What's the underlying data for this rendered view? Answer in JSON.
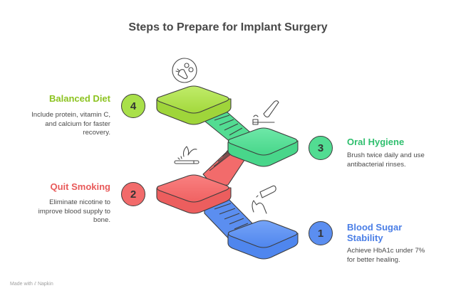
{
  "title": "Steps to Prepare for Implant Surgery",
  "steps": [
    {
      "number": "1",
      "title": "Blood Sugar Stability",
      "title_line1": "Blood Sugar",
      "title_line2": "Stability",
      "description_line1": "Achieve HbA1c under 7%",
      "description_line2": "for better healing.",
      "icon": "glucose-meter-icon",
      "color": "#5b8ef0",
      "title_color": "#4a7ee6"
    },
    {
      "number": "2",
      "title": "Quit Smoking",
      "description_line1": "Eliminate nicotine to",
      "description_line2": "improve blood supply to",
      "description_line3": "bone.",
      "icon": "cigarette-icon",
      "color": "#f26b6b",
      "title_color": "#e85a5a"
    },
    {
      "number": "3",
      "title": "Oral Hygiene",
      "description_line1": "Brush twice daily and use",
      "description_line2": "antibacterial rinses.",
      "icon": "toothbrush-icon",
      "color": "#52dc92",
      "title_color": "#2fbf6e"
    },
    {
      "number": "4",
      "title": "Balanced Diet",
      "description_line1": "Include protein, vitamin C,",
      "description_line2": "and calcium for faster",
      "description_line3": "recovery.",
      "icon": "vegetables-icon",
      "color": "#a9e04a",
      "title_color": "#8cc320"
    }
  ],
  "footer": {
    "label": "Made with",
    "brand": "Napkin"
  }
}
